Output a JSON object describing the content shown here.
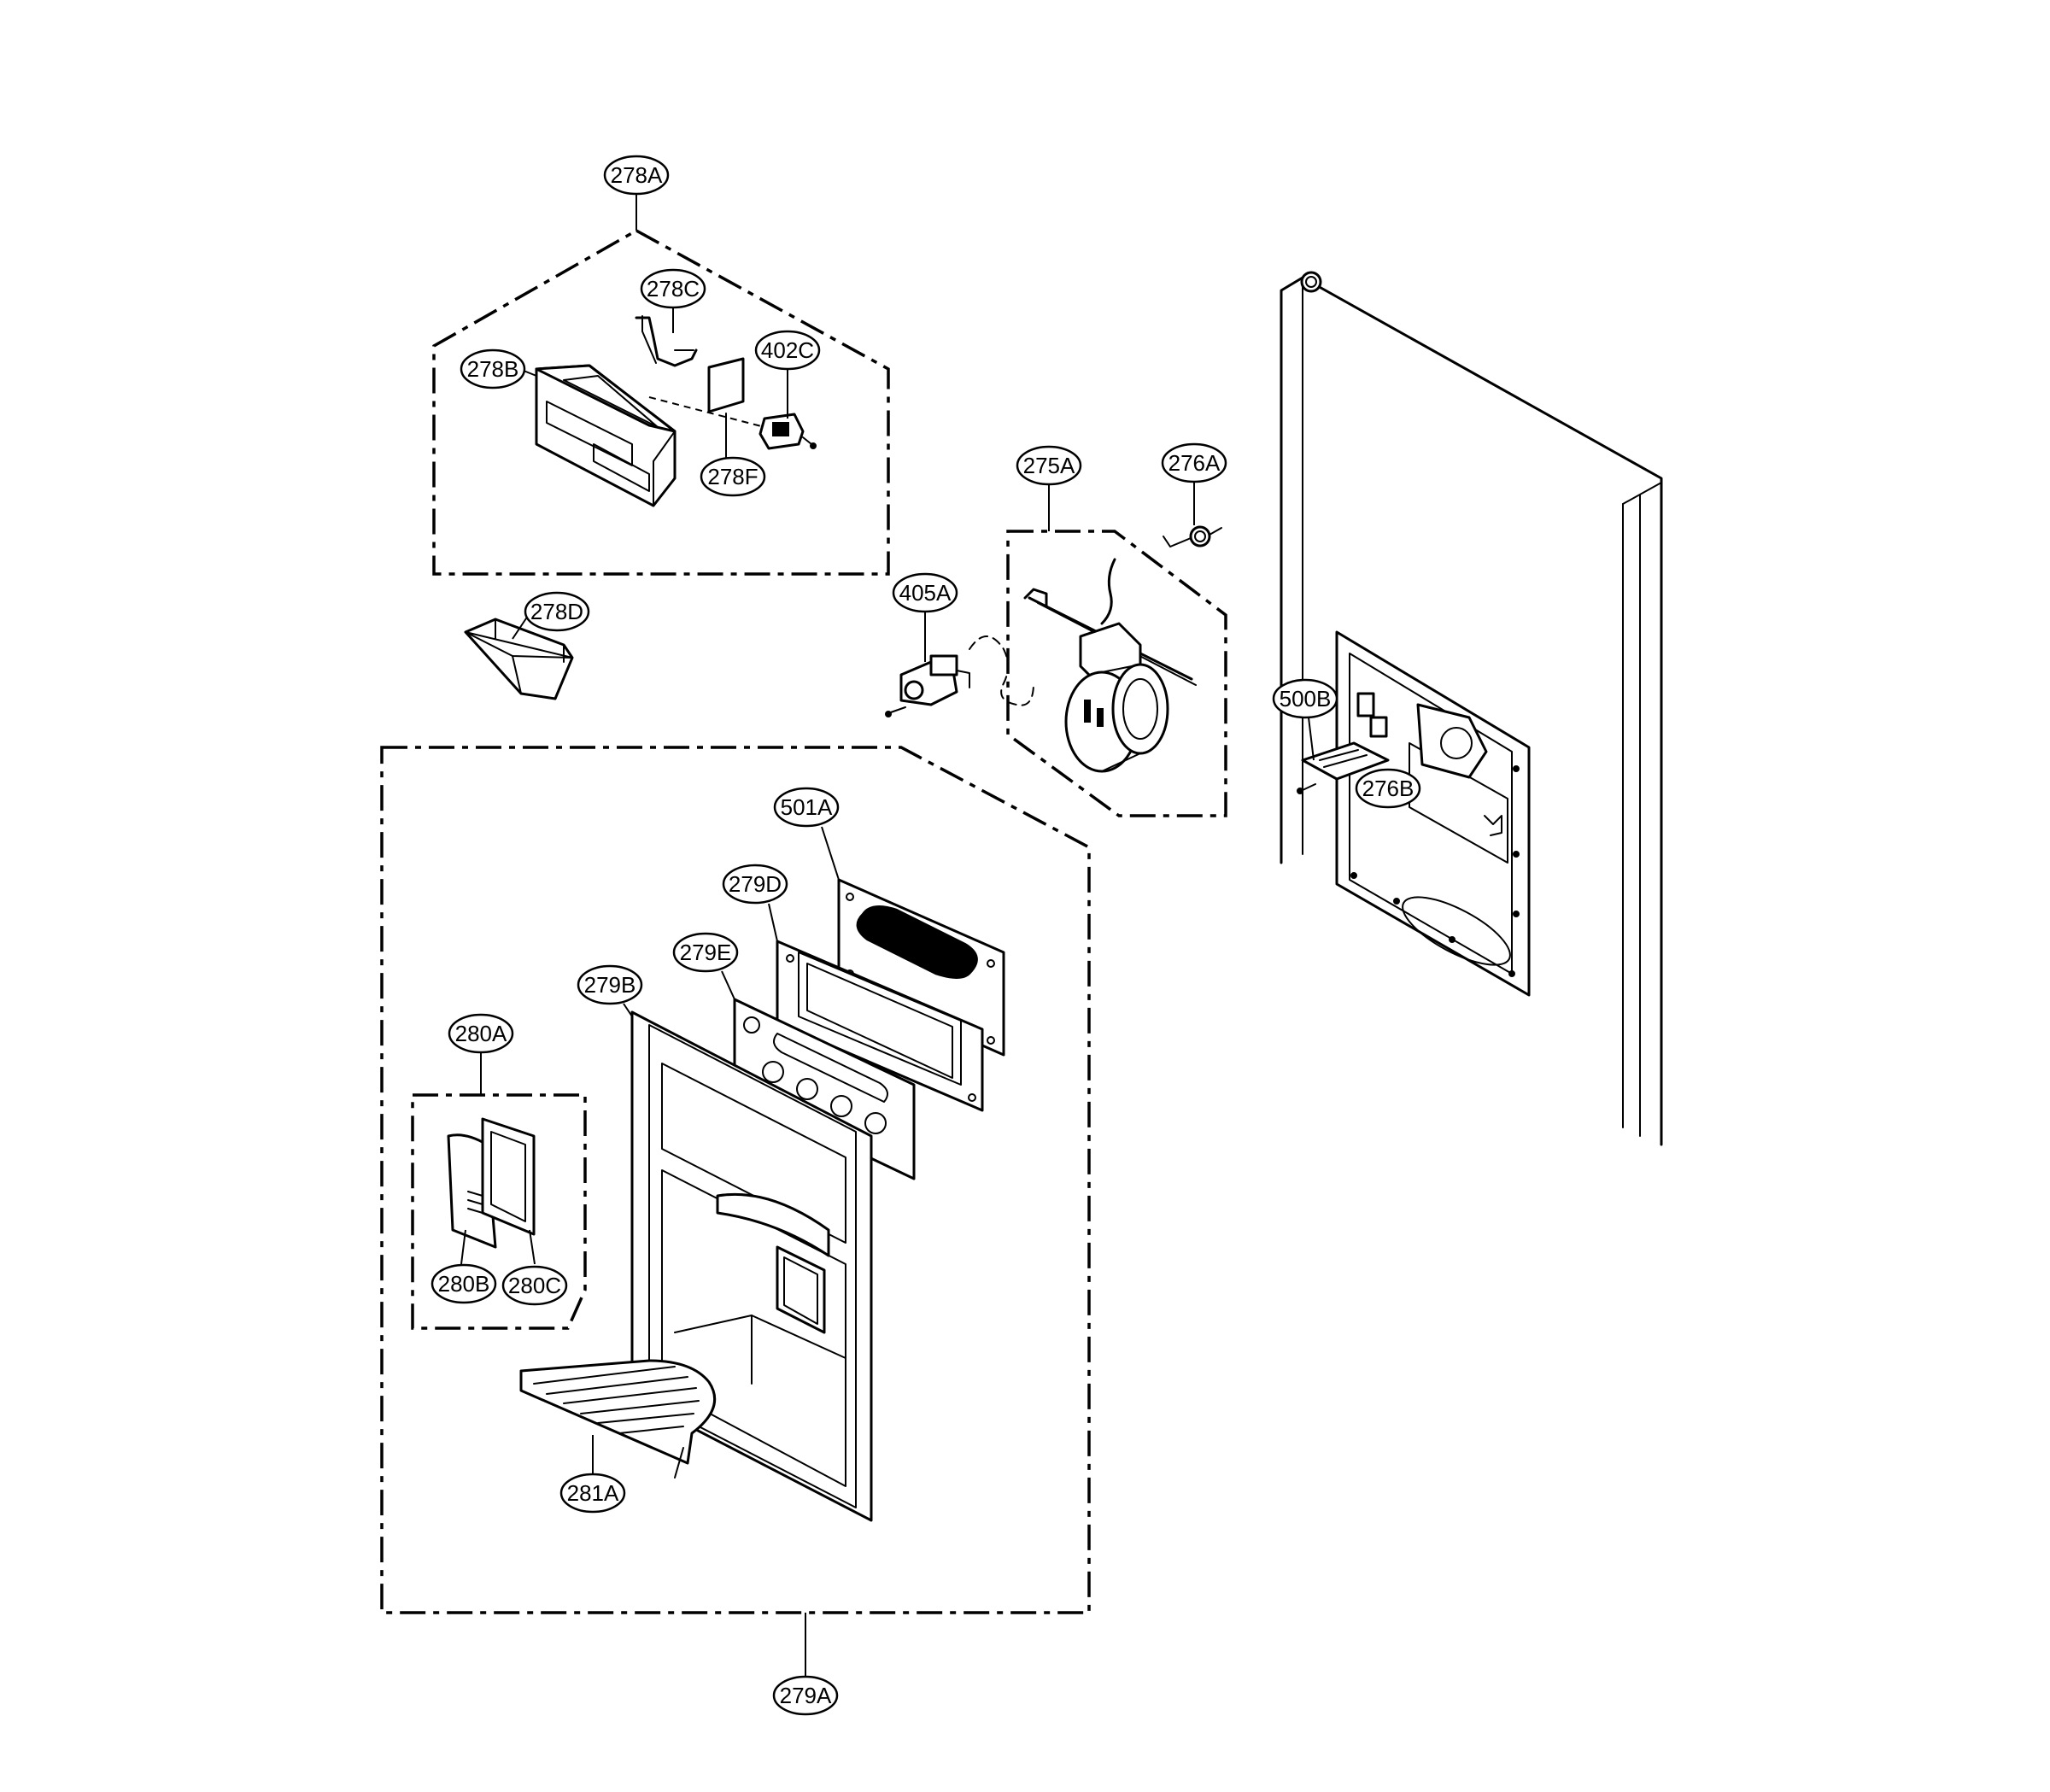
{
  "callouts": [
    {
      "id": "278A",
      "label": "278A"
    },
    {
      "id": "278C",
      "label": "278C"
    },
    {
      "id": "278B",
      "label": "278B"
    },
    {
      "id": "402C",
      "label": "402C"
    },
    {
      "id": "278F",
      "label": "278F"
    },
    {
      "id": "278D",
      "label": "278D"
    },
    {
      "id": "275A",
      "label": "275A"
    },
    {
      "id": "276A",
      "label": "276A"
    },
    {
      "id": "405A",
      "label": "405A"
    },
    {
      "id": "500B",
      "label": "500B"
    },
    {
      "id": "276B",
      "label": "276B"
    },
    {
      "id": "501A",
      "label": "501A"
    },
    {
      "id": "279D",
      "label": "279D"
    },
    {
      "id": "279E",
      "label": "279E"
    },
    {
      "id": "279B",
      "label": "279B"
    },
    {
      "id": "280A",
      "label": "280A"
    },
    {
      "id": "280B",
      "label": "280B"
    },
    {
      "id": "280C",
      "label": "280C"
    },
    {
      "id": "281A",
      "label": "281A"
    },
    {
      "id": "279A",
      "label": "279A"
    }
  ]
}
